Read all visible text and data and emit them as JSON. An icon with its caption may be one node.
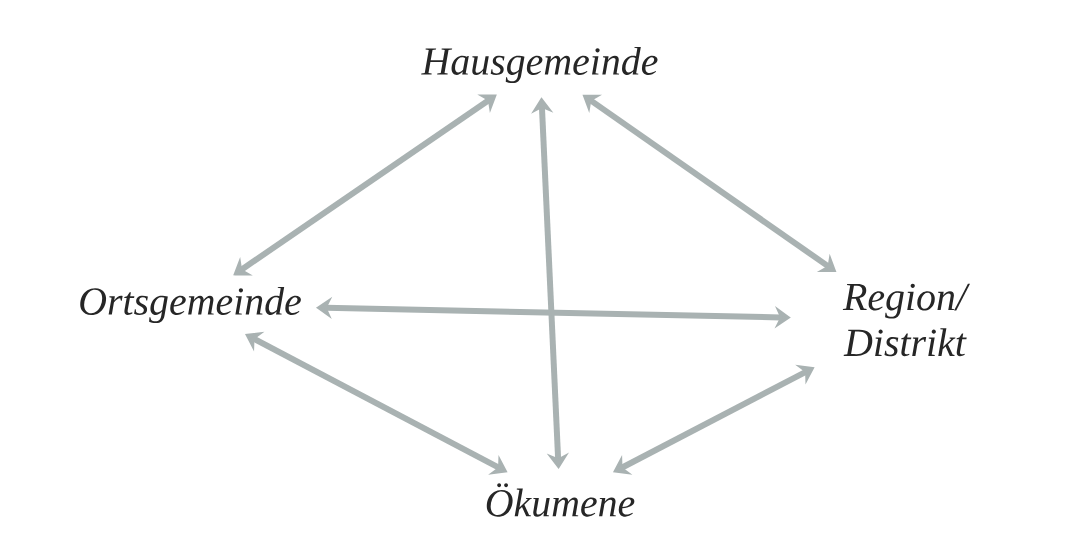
{
  "diagram": {
    "nodes": [
      {
        "text": [
          "Hausgemeinde"
        ]
      },
      {
        "text": [
          "Ortsgemeinde"
        ]
      },
      {
        "text": [
          "Region/ Distrikt"
        ]
      },
      {
        "text": [
          "Ökumene"
        ]
      }
    ],
    "edges": [
      {
        "from": 0,
        "to": 1,
        "arrow": "both"
      },
      {
        "from": 0,
        "to": 2,
        "arrow": "both"
      },
      {
        "from": 0,
        "to": 3,
        "arrow": "both"
      },
      {
        "from": 2,
        "to": 1,
        "arrow": "both"
      },
      {
        "from": 1,
        "to": 3,
        "arrow": "both"
      },
      {
        "from": 2,
        "to": 3,
        "arrow": "both"
      }
    ]
  }
}
